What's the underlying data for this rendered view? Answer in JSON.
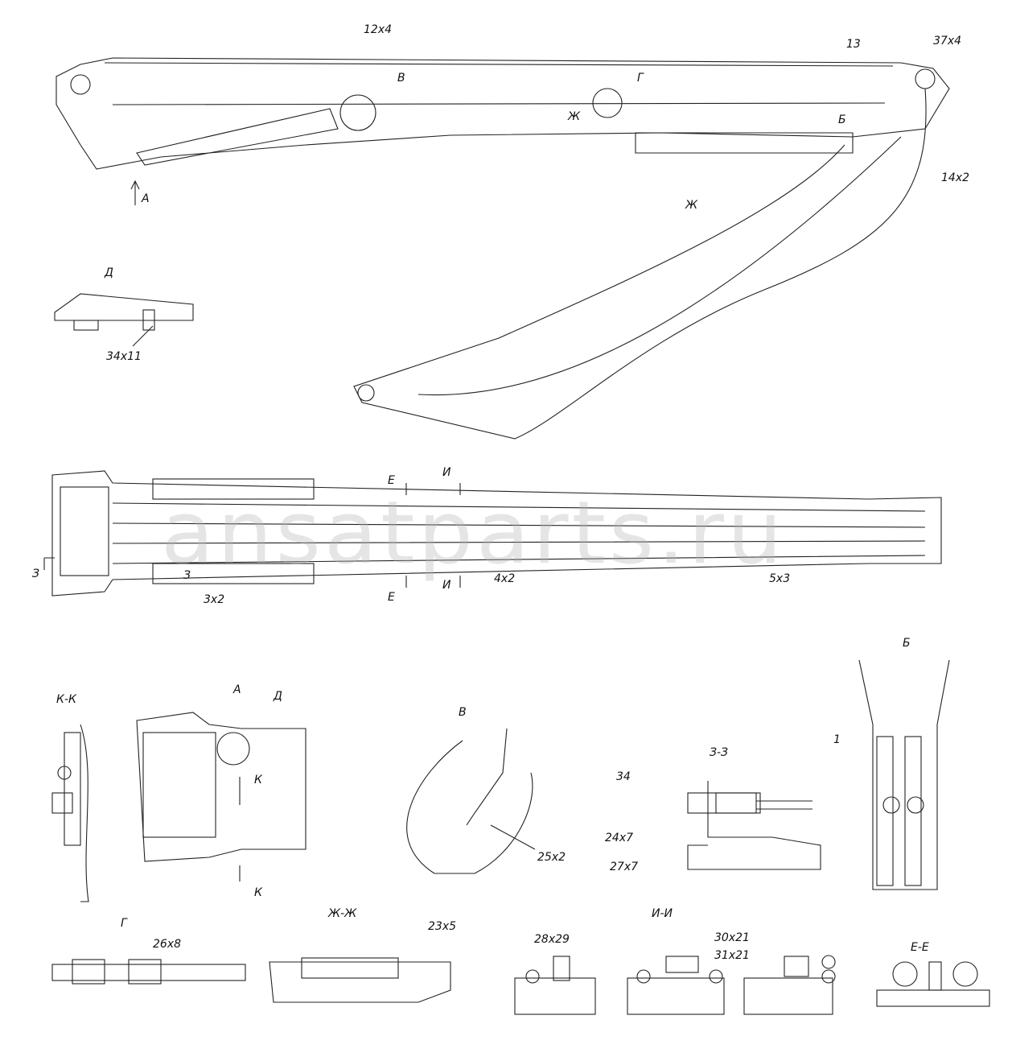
{
  "watermark": "ansatparts.ru",
  "side_view": {
    "callouts": [
      "12x4",
      "13",
      "37x4",
      "14x2"
    ],
    "view_marks": {
      "v": "В",
      "g": "Г",
      "zh1": "Ж",
      "zh2": "Ж",
      "b": "Б",
      "a": "А"
    }
  },
  "detail_d": {
    "title": "Д",
    "callout": "34x11"
  },
  "top_view": {
    "callouts": [
      "3x2",
      "4x2",
      "5x3"
    ],
    "section_marks": {
      "e1": "Е",
      "e2": "Е",
      "i1": "И",
      "i2": "И",
      "z1": "З",
      "z2": "З"
    }
  },
  "section_kk": {
    "title": "К-К"
  },
  "view_a": {
    "title": "А",
    "d_mark": "Д",
    "k1": "К",
    "k2": "К"
  },
  "view_v": {
    "title": "В",
    "callout": "25x2"
  },
  "view_b": {
    "title": "Б",
    "callout": "1"
  },
  "section_zz": {
    "title": "З-З",
    "callouts": [
      "34",
      "24x7",
      "27x7"
    ]
  },
  "view_g": {
    "title": "Г",
    "callout": "26x8"
  },
  "section_zhzh": {
    "title": "Ж-Ж",
    "callout": "23x5"
  },
  "section_ii": {
    "title": "И-И",
    "callouts": [
      "28x29",
      "30x21",
      "31x21"
    ]
  },
  "section_ee": {
    "title": "Е-Е"
  }
}
